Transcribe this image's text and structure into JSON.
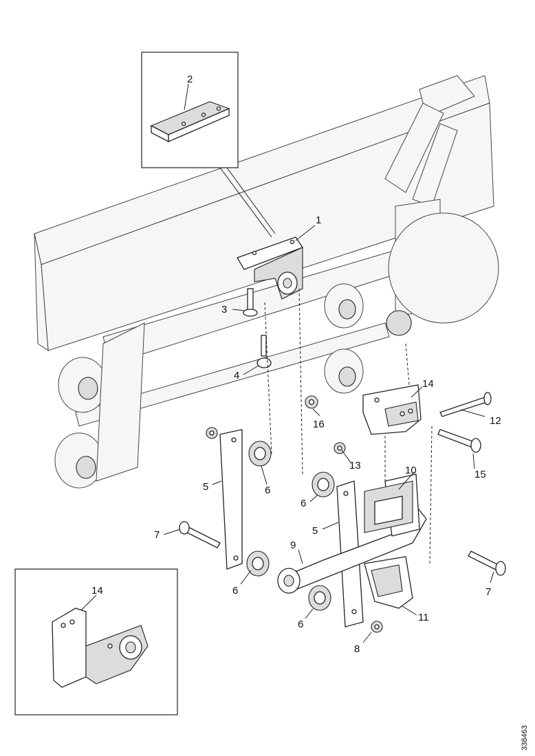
{
  "callouts": {
    "c1": "1",
    "c2": "2",
    "c3": "3",
    "c4": "4",
    "c5a": "5",
    "c5b": "5",
    "c6a": "6",
    "c6b": "6",
    "c6c": "6",
    "c6d": "6",
    "c7a": "7",
    "c7b": "7",
    "c8": "8",
    "c9": "9",
    "c10": "10",
    "c11": "11",
    "c12": "12",
    "c13": "13",
    "c14a": "14",
    "c14b": "14",
    "c15": "15",
    "c16": "16"
  },
  "reference_number": "338463"
}
